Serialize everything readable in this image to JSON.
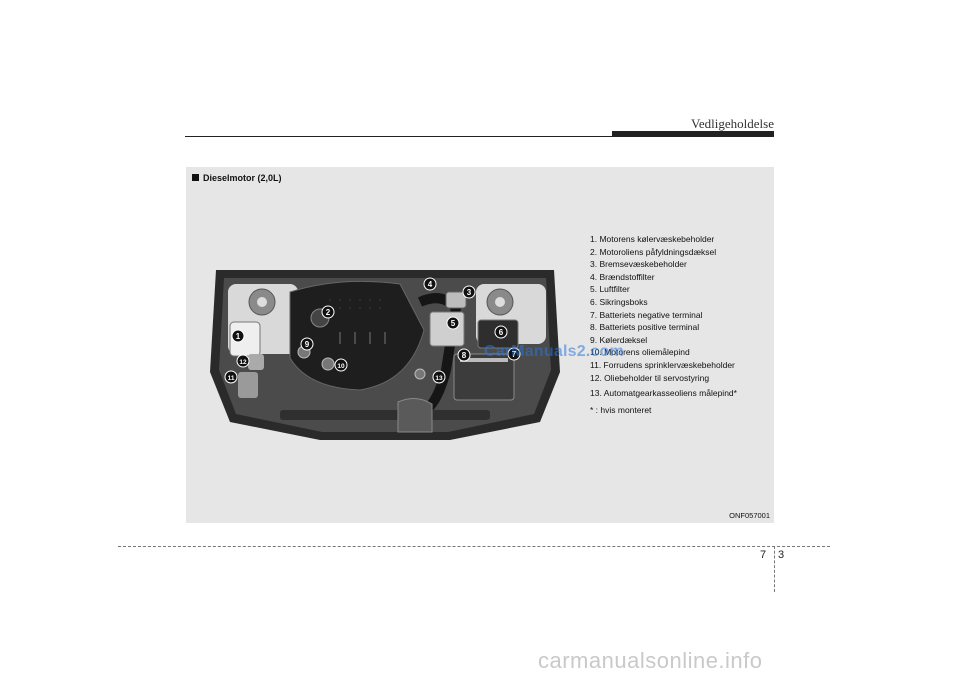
{
  "header": {
    "section_title": "Vedligeholdelse"
  },
  "figure": {
    "title": "Dieselmotor (2,0L)",
    "callouts": [
      "1",
      "2",
      "3",
      "4",
      "5",
      "6",
      "7",
      "8",
      "9",
      "10",
      "11",
      "12",
      "13"
    ],
    "legend": [
      "1. Motorens kølervæskebeholder",
      "2. Motoroliens påfyldningsdæksel",
      "3. Bremsevæskebeholder",
      "4. Brændstoffilter",
      "5. Luftfilter",
      "6. Sikringsboks",
      "7. Batteriets negative terminal",
      "8. Batteriets positive terminal",
      "9. Kølerdæksel",
      "10. Motorens oliemålepind",
      "11. Forrudens sprinklervæskebeholder",
      "12. Oliebeholder til servostyring",
      "13. Automatgearkasseoliens målepind*"
    ],
    "footnote": "* : hvis monteret",
    "image_code": "ONF057001",
    "watermark": "CarManuals2.com"
  },
  "page": {
    "chapter": "7",
    "number": "3"
  },
  "footer": {
    "site": "carmanualsonline.info"
  },
  "colors": {
    "panel_bg": "#e6e6e6",
    "rule": "#222222",
    "watermark": "#2878dc"
  }
}
